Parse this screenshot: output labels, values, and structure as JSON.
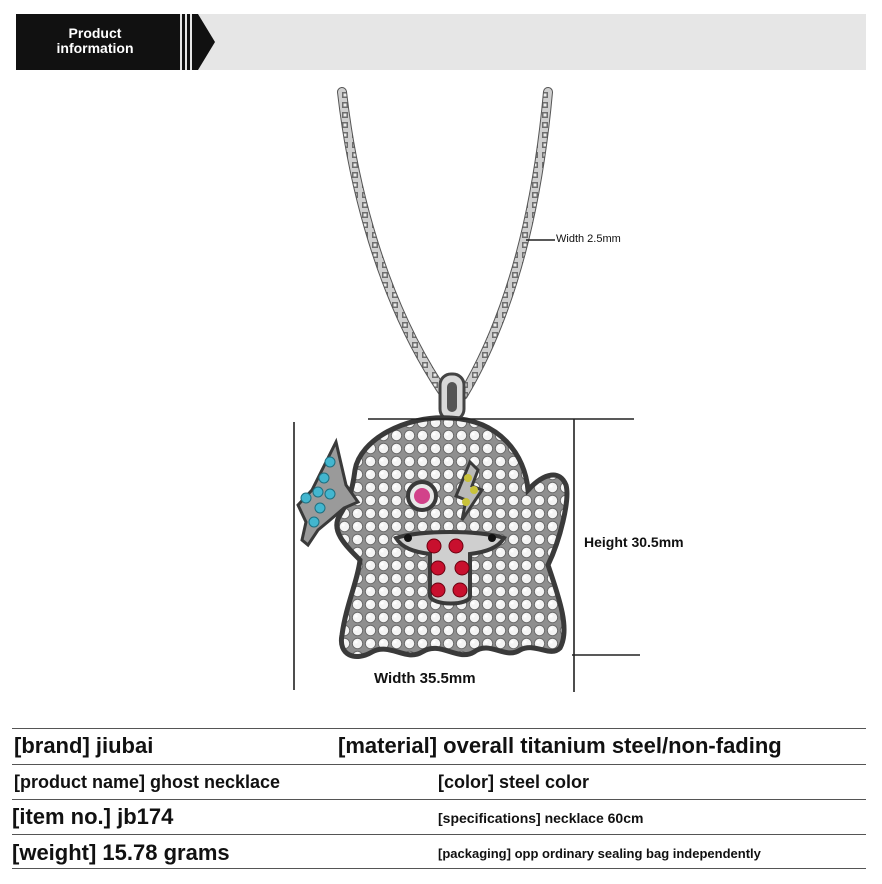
{
  "banner": {
    "title_line1": "Product",
    "title_line2": "information",
    "colors": {
      "tab": "#111111",
      "bar": "#e6e6e6"
    }
  },
  "dimensions": {
    "chain_width": "Width 2.5mm",
    "pendant_height": "Height 30.5mm",
    "pendant_width": "Width 35.5mm"
  },
  "specs": {
    "brand": "[brand] jiubai",
    "material": "[material] overall titanium steel/non-fading",
    "product_name": "[product name] ghost necklace",
    "color": "[color] steel color",
    "item_no": "[item no.] jb174",
    "specifications": "[specifications] necklace 60cm",
    "weight": "[weight] 15.78 grams",
    "packaging": "[packaging] opp ordinary sealing bag independently"
  }
}
